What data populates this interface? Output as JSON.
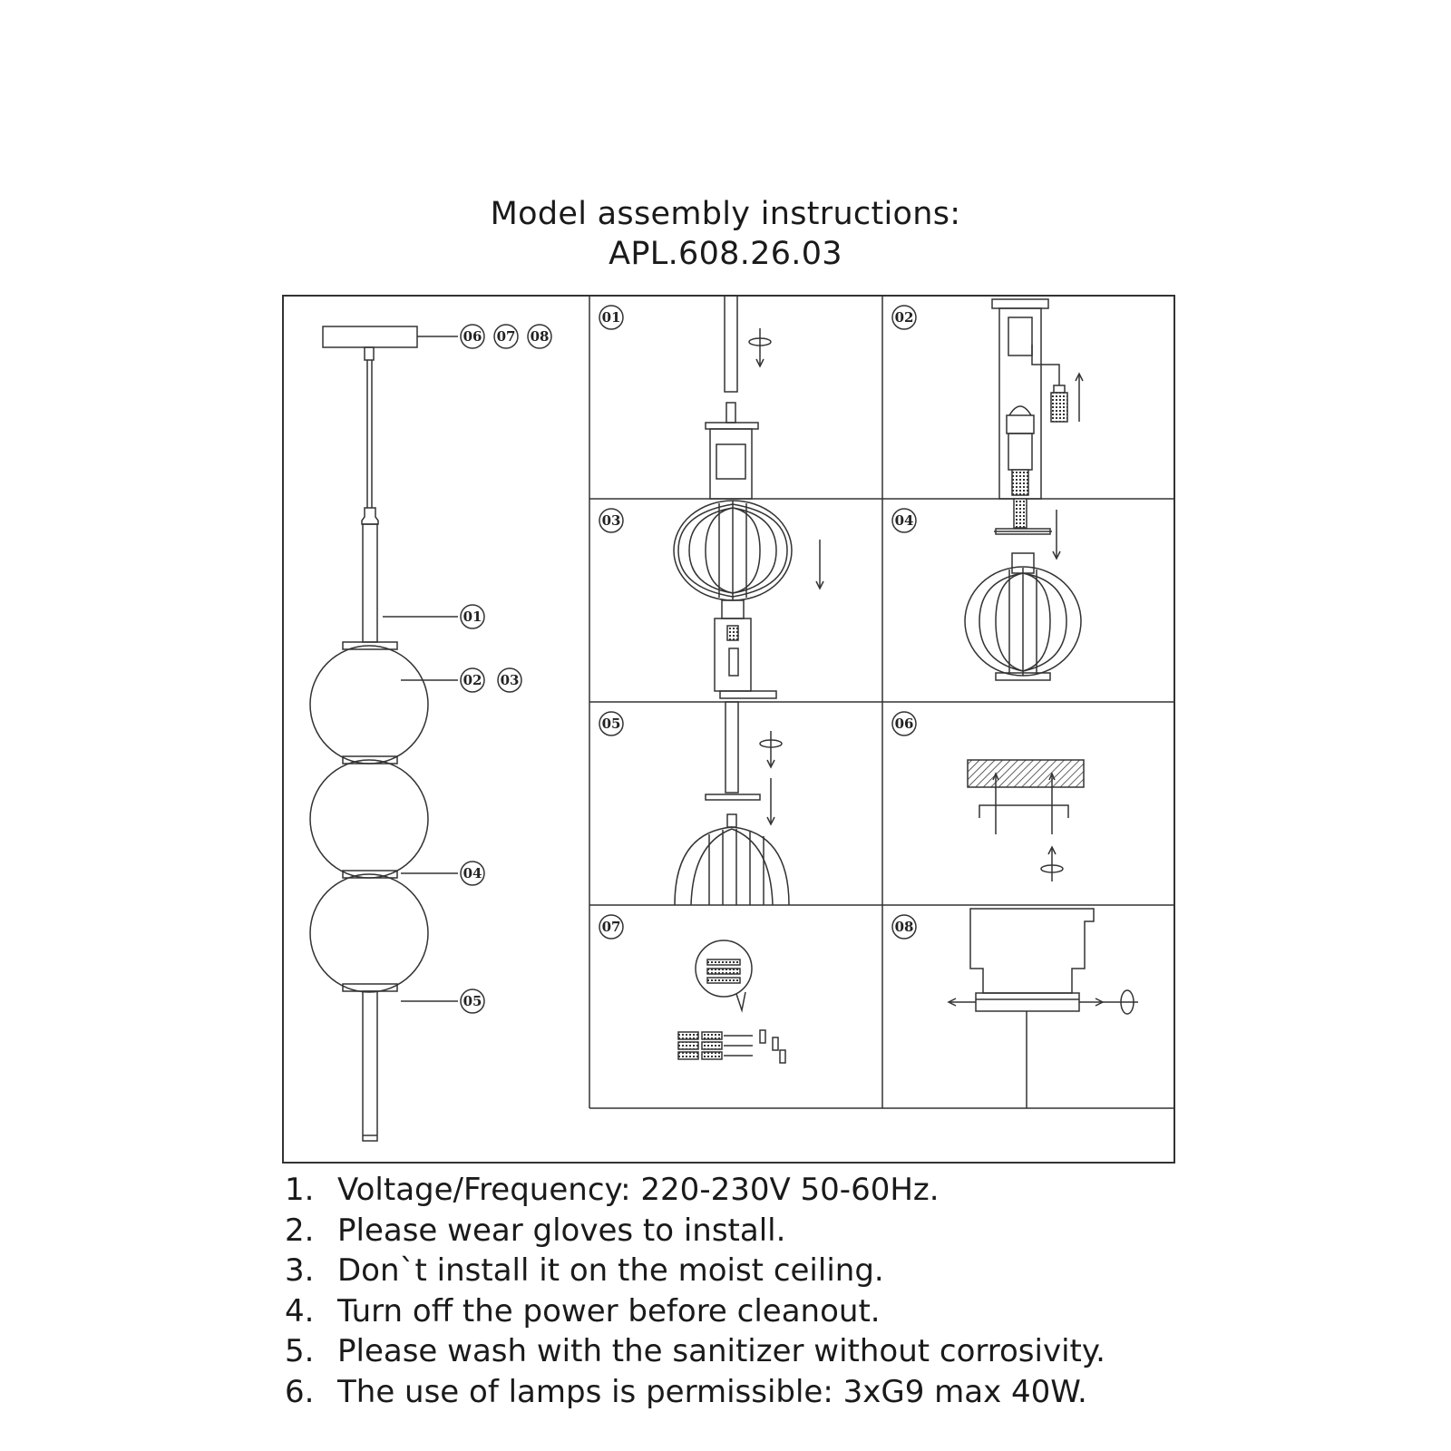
{
  "header": {
    "title": "Model assembly instructions:",
    "model": "APL.608.26.03"
  },
  "callouts": {
    "canopy": [
      "06",
      "07",
      "08"
    ],
    "rod": "01",
    "globe": [
      "02",
      "03"
    ],
    "ring": "04",
    "bottom": "05"
  },
  "steps": [
    "01",
    "02",
    "03",
    "04",
    "05",
    "06",
    "07",
    "08"
  ],
  "notes": [
    {
      "num": "1.",
      "text": "Voltage/Frequency: 220-230V 50-60Hz."
    },
    {
      "num": "2.",
      "text": "Please wear gloves to install."
    },
    {
      "num": "3.",
      "text": "Don`t install it on the moist ceiling."
    },
    {
      "num": "4.",
      "text": "Turn off the power before cleanout."
    },
    {
      "num": "5.",
      "text": "Please wash with the sanitizer without corrosivity."
    },
    {
      "num": "6.",
      "text": "The use of lamps is permissible: 3xG9 max 40W."
    }
  ]
}
